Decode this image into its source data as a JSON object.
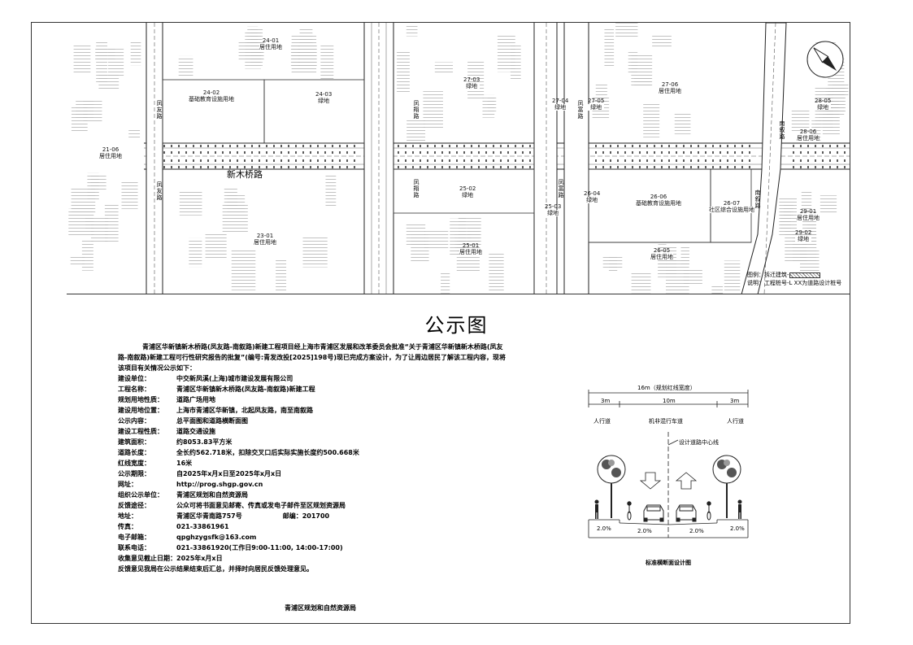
{
  "map": {
    "road_name": "新木桥路",
    "road_fengyou": "凤友路",
    "road_fengxiang": "凤翔路",
    "road_fengfu": "凤富路",
    "road_nanxu": "南叙路",
    "parcels": [
      {
        "id": "24-01",
        "use": "居住用地"
      },
      {
        "id": "24-02",
        "use": "基础教育设施用地"
      },
      {
        "id": "24-03",
        "use": "绿地"
      },
      {
        "id": "27-03",
        "use": "绿地"
      },
      {
        "id": "27-04",
        "use": "绿地"
      },
      {
        "id": "27-05",
        "use": "绿地"
      },
      {
        "id": "27-06",
        "use": "居住用地"
      },
      {
        "id": "21-06",
        "use": "居住用地"
      },
      {
        "id": "23-01",
        "use": "居住用地"
      },
      {
        "id": "25-02",
        "use": "绿地"
      },
      {
        "id": "25-01",
        "use": "居住用地"
      },
      {
        "id": "25-03",
        "use": "绿地"
      },
      {
        "id": "26-04",
        "use": "绿地"
      },
      {
        "id": "26-06",
        "use": "基础教育设施用地"
      },
      {
        "id": "26-07",
        "use": "社区综合设施用地"
      },
      {
        "id": "26-05",
        "use": "居住用地"
      },
      {
        "id": "28-05",
        "use": "绿地"
      },
      {
        "id": "28-06",
        "use": "居住用地"
      },
      {
        "id": "29-01",
        "use": "居住用地"
      },
      {
        "id": "29-02",
        "use": "绿地"
      }
    ],
    "legend_line1": "图例：拆迁建筑-",
    "legend_line2": "说明：工程桩号-L XX为道路设计桩号"
  },
  "title": "公示图",
  "notice": {
    "intro": "青浦区华新镇新木桥路(凤友路-南叙路)新建工程项目经上海市青浦区发展和改革委员会批准“关于青浦区华新镇新木桥路(凤友路-南叙路)新建工程可行性研究报告的批复”(编号:青发改投[2025]198号)现已完成方案设计，为了让周边居民了解该工程内容，现将该项目有关情况公示如下：",
    "items": [
      {
        "k": "建设单位：",
        "v": "中交新凤溪(上海)城市建设发展有限公司"
      },
      {
        "k": "工程名称：",
        "v": "青浦区华新镇新木桥路(凤友路-南叙路)新建工程"
      },
      {
        "k": "规划用地性质：",
        "v": "道路广场用地"
      },
      {
        "k": "建设用地位置：",
        "v": "上海市青浦区华新镇，北起凤友路，南至南叙路"
      },
      {
        "k": "公示内容：",
        "v": "总平面图和道路横断面图"
      },
      {
        "k": "建设工程性质：",
        "v": "道路交通设施"
      },
      {
        "k": "建筑面积：",
        "v": "约8053.83平方米"
      },
      {
        "k": "道路长度：",
        "v": "全长约562.718米，扣除交叉口后实际实施长度约500.668米"
      },
      {
        "k": "红线宽度：",
        "v": "16米"
      },
      {
        "k": "公示期限：",
        "v": "自2025年x月x日至2025年x月x日"
      },
      {
        "k": "网址：",
        "v": "http://prog.shgp.gov.cn"
      },
      {
        "k": "组织公示单位：",
        "v": "青浦区规划和自然资源局"
      },
      {
        "k": "反馈途径：",
        "v": "公众可将书面意见邮寄、传真或发电子邮件至区规划资源局"
      },
      {
        "k": "地址：",
        "v": "青浦区华青南路757号",
        "v2": "邮编：201700"
      },
      {
        "k": "传真：",
        "v": "021-33861961"
      },
      {
        "k": "电子邮箱：",
        "v": "qpghzygsfk@163.com"
      },
      {
        "k": "联系电话：",
        "v": "021-33861920(工作日9:00-11:00, 14:00-17:00)"
      }
    ],
    "deadline": "收集意见截止日期：2025年x月x日",
    "footnote": "反馈意见我局在公示结果结束后汇总，并择时向居民反馈处理意见。",
    "issuer": "青浦区规划和自然资源局"
  },
  "cross_section": {
    "total": "16m（规划红线宽度）",
    "left": "3m",
    "mid": "10m",
    "right": "3m",
    "left_label": "人行道",
    "mid_label": "机非混行车道",
    "right_label": "人行道",
    "center_label": "设计道路中心线",
    "slope": "2.0%",
    "caption": "标准横断面设计图"
  }
}
